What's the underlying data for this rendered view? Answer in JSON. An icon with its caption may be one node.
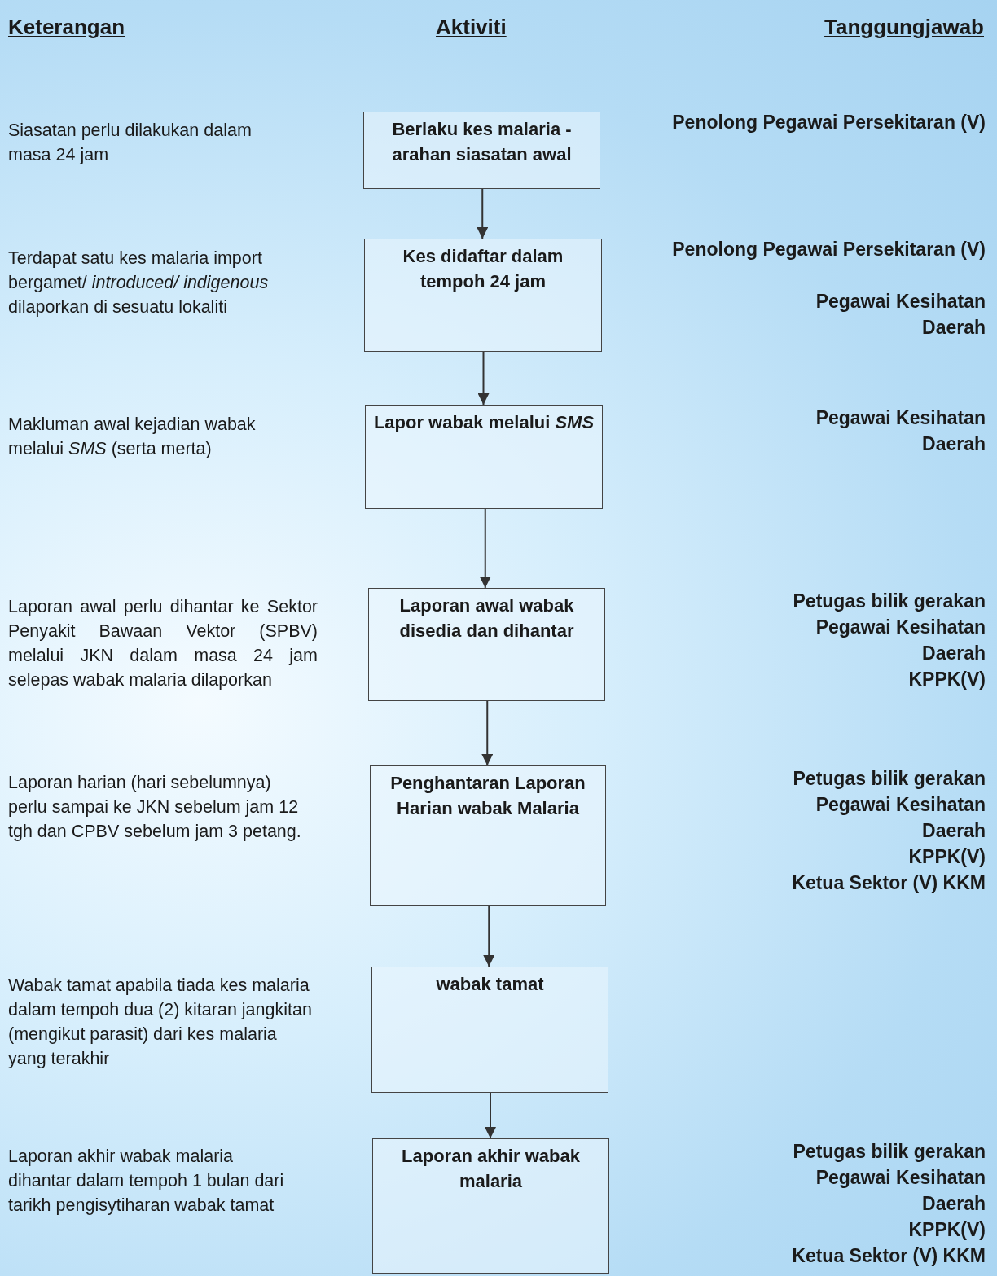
{
  "diagram": {
    "nodes": [
      {
        "text": [
          "Berlaku kes malaria - arahan siasatan awal"
        ]
      },
      {
        "text": [
          "Kes didaftar dalam tempoh 24 jam"
        ]
      },
      {
        "text": [
          "Lapor wabak melalui *SMS*"
        ]
      },
      {
        "text": [
          "Laporan awal wabak disedia dan dihantar"
        ]
      },
      {
        "text": [
          "Penghantaran Laporan Harian wabak Malaria"
        ]
      },
      {
        "text": [
          "wabak tamat"
        ]
      },
      {
        "text": [
          "Laporan akhir wabak malaria"
        ]
      }
    ],
    "edges": [
      {
        "from": 0,
        "to": 1,
        "arrow": "to"
      },
      {
        "from": 1,
        "to": 2,
        "arrow": "to"
      },
      {
        "from": 2,
        "to": 3,
        "arrow": "to"
      },
      {
        "from": 3,
        "to": 4,
        "arrow": "to"
      },
      {
        "from": 4,
        "to": 5,
        "arrow": "to"
      },
      {
        "from": 5,
        "to": 6,
        "arrow": "to"
      }
    ],
    "labels": [
      "Keterangan",
      "Aktiviti",
      "Tanggungjawab",
      "Siasatan perlu dilakukan dalam masa 24 jam",
      "Penolong Pegawai Persekitaran (V)",
      "Terdapat satu kes malaria import bergamet/ *introduced/ indigenous* dilaporkan di sesuatu lokaliti",
      "Penolong Pegawai Persekitaran (V)",
      "Pegawai Kesihatan Daerah",
      "Makluman awal kejadian wabak melalui *SMS* (serta merta)",
      "Pegawai Kesihatan Daerah",
      "Laporan awal perlu dihantar ke Sektor Penyakit Bawaan Vektor (SPBV) melalui JKN dalam masa 24 jam selepas wabak malaria dilaporkan",
      "Petugas bilik gerakan",
      "Pegawai Kesihatan Daerah",
      "KPPK(V)",
      "Laporan harian (hari sebelumnya) perlu sampai ke JKN sebelum jam 12 tgh dan CPBV sebelum jam 3 petang.",
      "Petugas bilik gerakan",
      "Pegawai Kesihatan Daerah",
      "KPPK(V)",
      "Ketua Sektor (V) KKM",
      "Wabak tamat apabila tiada kes malaria dalam tempoh dua (2) kitaran jangkitan (mengikut parasit) dari kes malaria yang terakhir",
      "Laporan akhir wabak malaria dihantar dalam tempoh 1 bulan dari tarikh pengisytiharan wabak tamat",
      "Petugas bilik gerakan",
      "Pegawai Kesihatan Daerah",
      "KPPK(V)",
      "Ketua Sektor (V) KKM"
    ]
  }
}
